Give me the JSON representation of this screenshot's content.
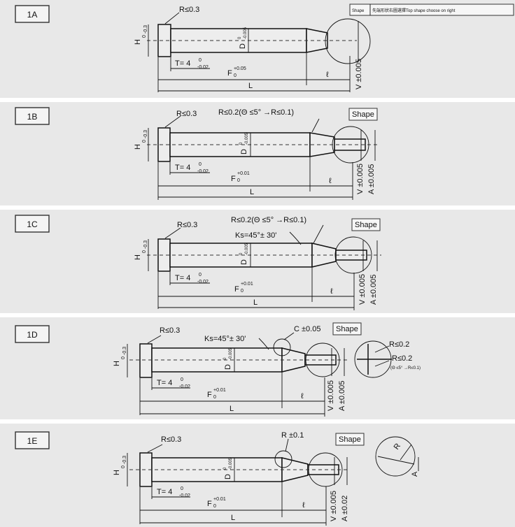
{
  "panels": [
    {
      "id": "1A",
      "shape_label": "Shape",
      "shape_note": "先端形狀右圖選擇Top shape choose on right",
      "labels": {
        "R": "R≤0.3",
        "H": "H",
        "H_tol_up": "0",
        "H_tol_dn": "-0.3",
        "D": "D",
        "D_tol_up": "0",
        "D_tol_dn": "-0.005",
        "T": "T= 4",
        "T_tol_up": "0",
        "T_tol_dn": "-0.02",
        "F": "F",
        "F_tol_up": "+0.05",
        "F_tol_dn": "0",
        "L": "L",
        "l": "ℓ",
        "V": "V ±0.005"
      }
    },
    {
      "id": "1B",
      "shape_label": "Shape",
      "labels": {
        "R": "R≤0.3",
        "R2": "R≤0.2(Θ ≤5° →R≤0.1)",
        "H": "H",
        "H_tol_up": "0",
        "H_tol_dn": "-0.3",
        "D": "D",
        "D_tol_up": "0",
        "D_tol_dn": "-0.005",
        "T": "T= 4",
        "T_tol_up": "0",
        "T_tol_dn": "-0.02",
        "F": "F",
        "F_tol_up": "+0.01",
        "F_tol_dn": "0",
        "L": "L",
        "l": "ℓ",
        "V": "V ±0.005",
        "A": "A ±0.005"
      }
    },
    {
      "id": "1C",
      "shape_label": "Shape",
      "labels": {
        "R": "R≤0.3",
        "R2": "R≤0.2(Θ ≤5° →R≤0.1)",
        "Ks": "Ks=45°± 30'",
        "H": "H",
        "H_tol_up": "0",
        "H_tol_dn": "-0.3",
        "D": "D",
        "D_tol_up": "0",
        "D_tol_dn": "-0.005",
        "T": "T= 4",
        "T_tol_up": "0",
        "T_tol_dn": "-0.02",
        "F": "F",
        "F_tol_up": "+0.01",
        "F_tol_dn": "0",
        "L": "L",
        "l": "ℓ",
        "V": "V ±0.005",
        "A": "A ±0.005"
      }
    },
    {
      "id": "1D",
      "shape_label": "Shape",
      "labels": {
        "R": "R≤0.3",
        "Ks": "Ks=45°± 30'",
        "C": "C ±0.05",
        "Rd1": "R≤0.2",
        "Rd2": "R≤0.2",
        "Rd_note": "(Θ ≤5° →R≤0.1)",
        "H": "H",
        "H_tol_up": "0",
        "H_tol_dn": "-0.3",
        "D": "D",
        "D_tol_up": "0",
        "D_tol_dn": "-0.005",
        "T": "T= 4",
        "T_tol_up": "0",
        "T_tol_dn": "-0.02",
        "F": "F",
        "F_tol_up": "+0.01",
        "F_tol_dn": "0",
        "L": "L",
        "l": "ℓ",
        "V": "V ±0.005",
        "A": "A ±0.005"
      }
    },
    {
      "id": "1E",
      "shape_label": "Shape",
      "labels": {
        "R": "R≤0.3",
        "Rp": "R ±0.1",
        "Rd": "R",
        "Ad": "A",
        "H": "H",
        "H_tol_up": "0",
        "H_tol_dn": "-0.3",
        "D": "D",
        "D_tol_up": "0",
        "D_tol_dn": "-0.005",
        "T": "T= 4",
        "T_tol_up": "0",
        "T_tol_dn": "-0.02",
        "F": "F",
        "F_tol_up": "+0.01",
        "F_tol_dn": "0",
        "L": "L",
        "l": "ℓ",
        "V": "V ±0.005",
        "A": "A ±0.02"
      }
    }
  ]
}
